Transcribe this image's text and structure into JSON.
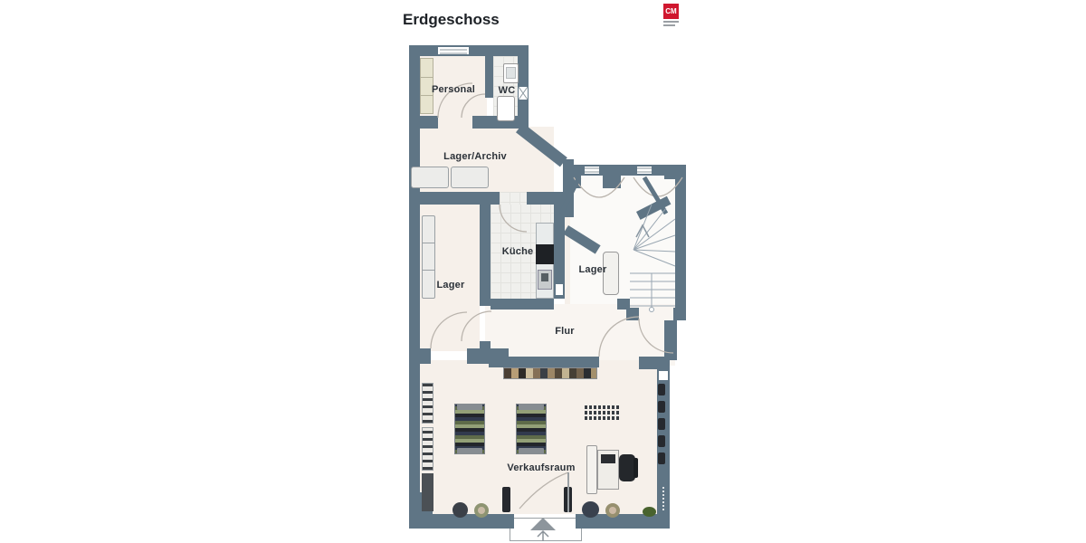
{
  "title": "Erdgeschoss",
  "logo": {
    "text": "CM",
    "color": "#d0172f"
  },
  "palette": {
    "wall": "#5f7585",
    "floor": "#f6f0ea",
    "tile_floor": "#f0f0ed",
    "entry_floor": "#fbfaf8",
    "accent_red": "#d0172f",
    "stair_line": "#9aa7b2",
    "door_arc": "#bab4ad"
  },
  "rooms": {
    "personal": {
      "label": "Personal"
    },
    "wc": {
      "label": "WC"
    },
    "lager_archiv": {
      "label": "Lager/Archiv"
    },
    "kueche": {
      "label": "Küche"
    },
    "lager_left": {
      "label": "Lager"
    },
    "lager_right": {
      "label": "Lager"
    },
    "flur": {
      "label": "Flur"
    },
    "verkaufsraum": {
      "label": "Verkaufsraum"
    }
  }
}
